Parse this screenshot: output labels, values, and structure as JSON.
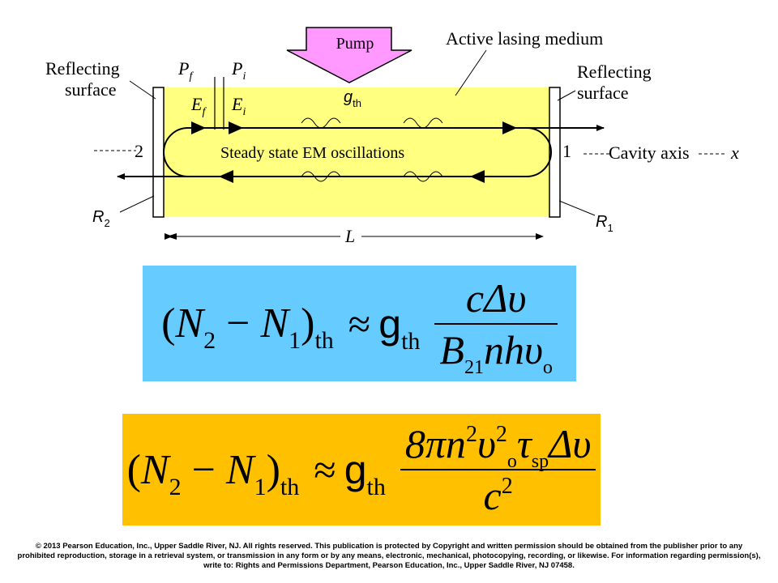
{
  "diagram": {
    "pump_label": "Pump",
    "active_medium_label": "Active lasing medium",
    "left_surface_label_line1": "Reflecting",
    "left_surface_label_line2": "surface",
    "right_surface_label_line1": "Reflecting",
    "right_surface_label_line2": "surface",
    "pf_label": "P",
    "pf_sub": "f",
    "pi_label": "P",
    "pi_sub": "i",
    "ef_label": "E",
    "ef_sub": "f",
    "ei_label": "E",
    "ei_sub": "i",
    "g_label": "g",
    "g_sub": "th",
    "oscillation_label": "Steady state EM oscillations",
    "point2_label": "2",
    "point1_label": "1",
    "cavity_axis_label": "Cavity axis",
    "x_label": "x",
    "r2_label": "R",
    "r2_sub": "2",
    "r1_label": "R",
    "r1_sub": "1",
    "length_label": "L",
    "colors": {
      "medium": "#ffff80",
      "pump": "#ff99ff",
      "eq1_bg": "#66ccff",
      "eq2_bg": "#ffc000"
    }
  },
  "equation1": {
    "lhs_open": "(",
    "n2": "N",
    "n2_sub": "2",
    "minus": " − ",
    "n1": "N",
    "n1_sub": "1",
    "lhs_close": ")",
    "lhs_sub": "th",
    "approx": "≈",
    "g": "g",
    "g_sub": "th",
    "numerator": "cΔυ",
    "den_b": "B",
    "den_b_sub": "21",
    "den_rest": "nhυ",
    "den_o_sub": "o"
  },
  "equation2": {
    "lhs_open": "(",
    "n2": "N",
    "n2_sub": "2",
    "minus": " − ",
    "n1": "N",
    "n1_sub": "1",
    "lhs_close": ")",
    "lhs_sub": "th",
    "approx": "≈",
    "g": "g",
    "g_sub": "th",
    "num_a": "8πn",
    "num_a_sup": "2",
    "num_b": "υ",
    "num_b_sup": "2",
    "num_b_sub": "o",
    "num_c": "τ",
    "num_c_sub": "sp",
    "num_d": "Δυ",
    "den": "c",
    "den_sup": "2"
  },
  "copyright": "© 2013 Pearson Education, Inc., Upper Saddle River, NJ. All rights reserved. This publication is protected by Copyright and written permission should be obtained from the publisher prior to any prohibited reproduction, storage in a retrieval system, or transmission in any form or by any means, electronic, mechanical, photocopying, recording, or likewise. For information regarding permission(s), write to: Rights and Permissions Department, Pearson Education, Inc., Upper Saddle River, NJ 07458."
}
